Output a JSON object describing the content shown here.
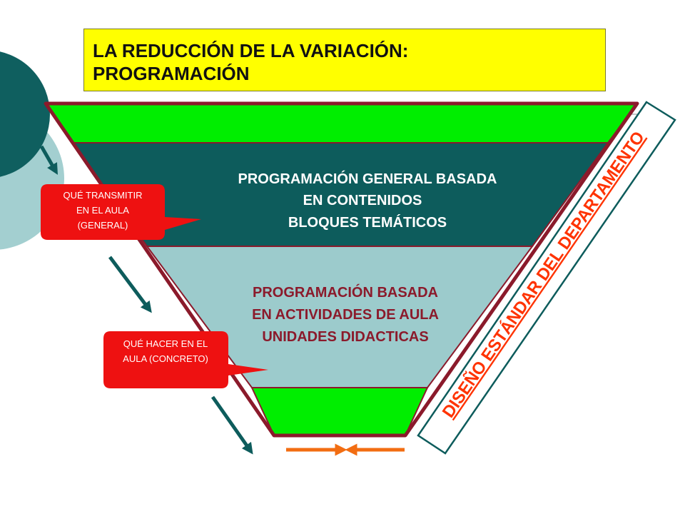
{
  "title": {
    "line1": "LA REDUCCIÓN  DE LA VARIACIÓN:",
    "line2": "PROGRAMACIÓN"
  },
  "funnel": {
    "level_general": {
      "lines": [
        "PROGRAMACIÓN GENERAL BASADA",
        "EN CONTENIDOS",
        "BLOQUES TEMÁTICOS"
      ]
    },
    "level_aula": {
      "lines": [
        "PROGRAMACIÓN BASADA",
        "EN ACTIVIDADES DE AULA",
        "UNIDADES DIDACTICAS"
      ]
    }
  },
  "callouts": {
    "general": {
      "lines": [
        "QUÉ TRANSMITIR",
        "EN EL AULA",
        "(GENERAL)"
      ]
    },
    "concreto": {
      "lines": [
        "QUÉ HACER EN EL",
        "AULA (CONCRETO)"
      ]
    }
  },
  "side_banner": {
    "label": "DISEÑO ESTÁNDAR DEL DEPARTAMENTO"
  },
  "icons": {
    "flow_arrows": "arrow-down-right-icon",
    "converge_arrows": "converging-arrows-icon"
  },
  "colors": {
    "title_bg": "#ffff00",
    "funnel_outline": "#8b1a2b",
    "green_band": "#00ee00",
    "dark_band": "#0d5c5c",
    "light_band": "#9ccbcc",
    "callout_red": "#ee1111",
    "banner_text": "#ff3300",
    "arrow_teal": "#0d5c5c",
    "arrow_orange": "#f26d12",
    "decor_dark": "#0f5f5f",
    "decor_light": "#a3cfd0"
  }
}
